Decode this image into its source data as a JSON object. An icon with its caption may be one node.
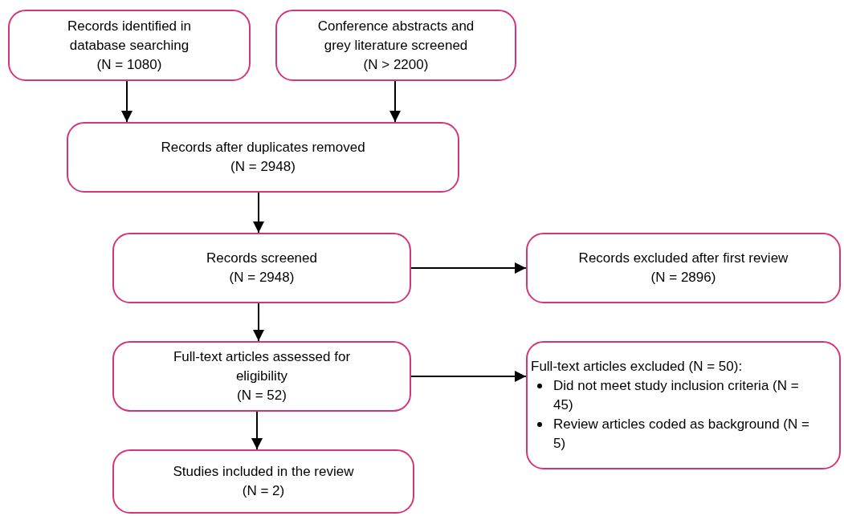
{
  "diagram": {
    "nodes": [
      {
        "text": [
          "Records identified in database searching",
          "(N = 1080)"
        ]
      },
      {
        "text": [
          "Conference abstracts and grey literature screened",
          "(N > 2200)"
        ]
      },
      {
        "text": [
          "Records after duplicates removed",
          "(N = 2948)"
        ]
      },
      {
        "text": [
          "Records screened",
          "(N = 2948)"
        ]
      },
      {
        "text": [
          "Records excluded after first review",
          "(N = 2896)"
        ]
      },
      {
        "text": [
          "Full-text articles assessed for eligibility",
          "(N = 52)"
        ]
      },
      {
        "text": [
          "Full-text articles excluded (N = 50):",
          "Did not meet study inclusion criteria (N = 45)",
          "Review articles coded as background (N = 5)"
        ]
      },
      {
        "text": [
          "Studies included in the review",
          "(N = 2)"
        ]
      }
    ],
    "edges": [
      {
        "from": 0,
        "to": 2,
        "arrow": "to"
      },
      {
        "from": 1,
        "to": 2,
        "arrow": "to"
      },
      {
        "from": 2,
        "to": 3,
        "arrow": "to"
      },
      {
        "from": 3,
        "to": 4,
        "arrow": "to"
      },
      {
        "from": 3,
        "to": 5,
        "arrow": "to"
      },
      {
        "from": 5,
        "to": 6,
        "arrow": "to"
      },
      {
        "from": 5,
        "to": 7,
        "arrow": "to"
      }
    ]
  }
}
